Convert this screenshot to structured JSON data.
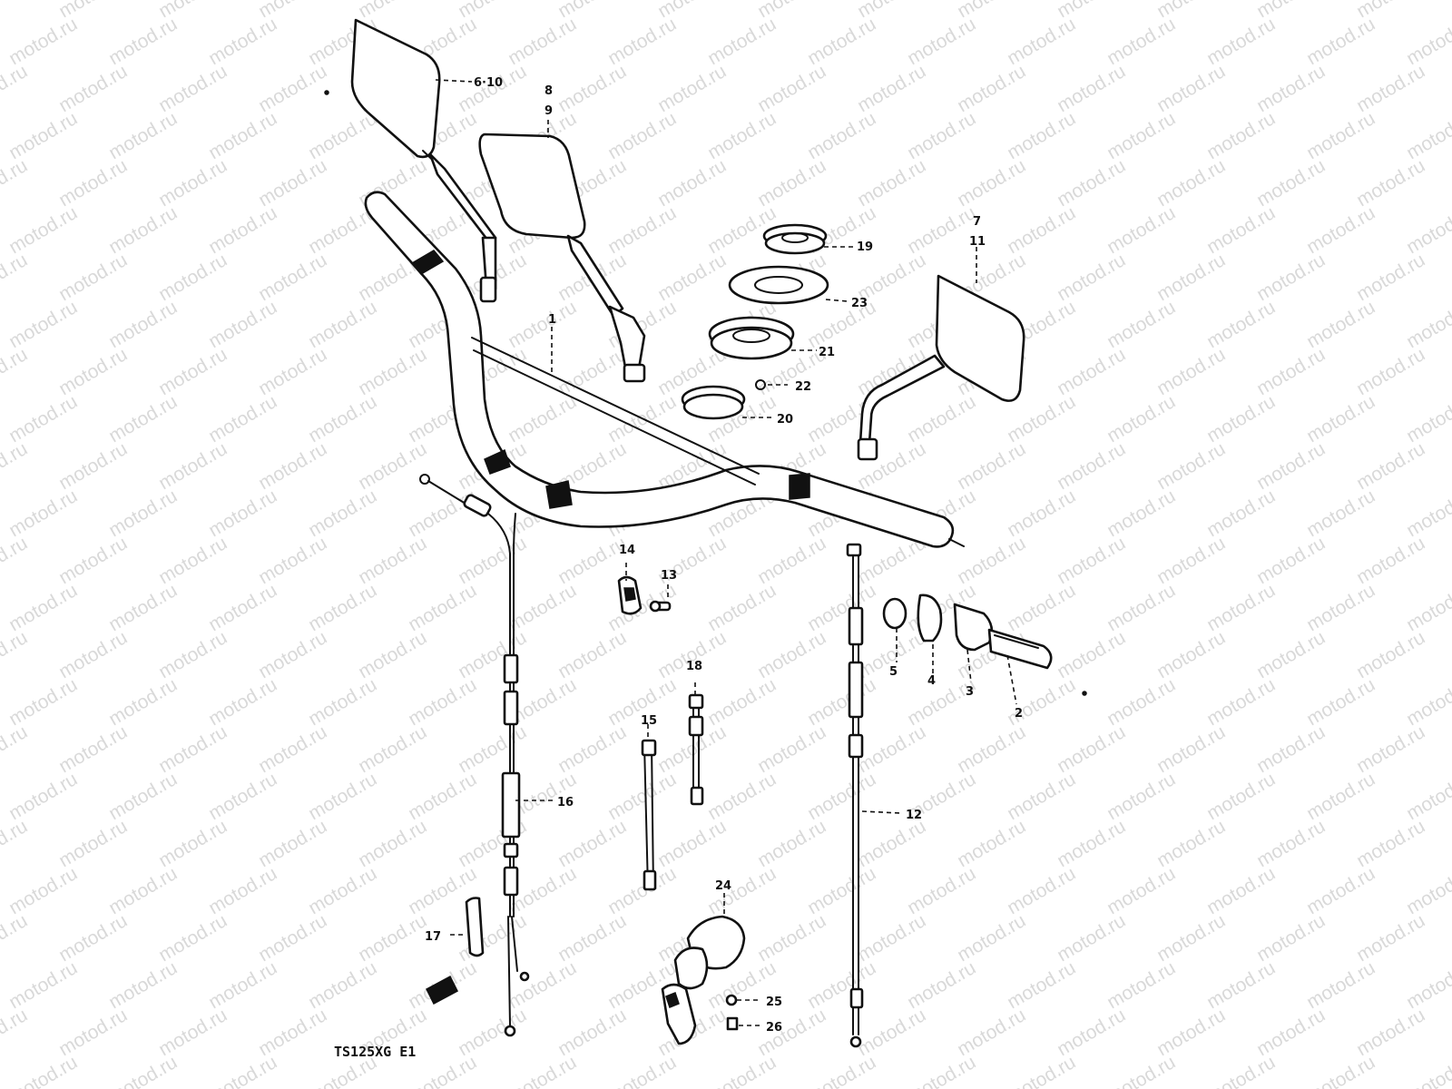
{
  "diagram": {
    "watermark": "motod.ru",
    "model_code": "TS125XG E1",
    "part_labels": {
      "p1": "1",
      "p2": "2",
      "p3": "3",
      "p4": "4",
      "p5": "5",
      "p6_10": "6·10",
      "p7": "7",
      "p8": "8",
      "p9": "9",
      "p11": "11",
      "p12": "12",
      "p13": "13",
      "p14": "14",
      "p15": "15",
      "p16": "16",
      "p17": "17",
      "p18": "18",
      "p19": "19",
      "p20": "20",
      "p21": "21",
      "p22": "22",
      "p23": "23",
      "p24": "24",
      "p25": "25",
      "p26": "26"
    }
  }
}
